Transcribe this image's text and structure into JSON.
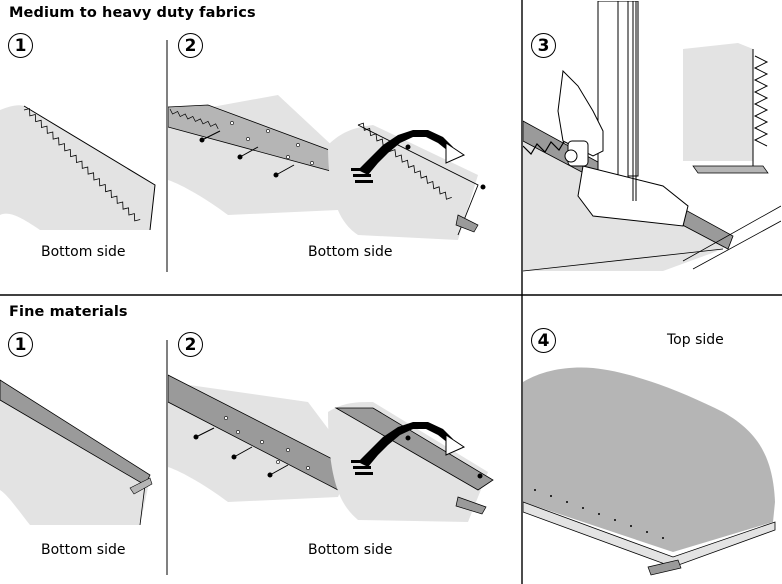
{
  "sections": {
    "heavy": {
      "title": "Medium to heavy duty fabrics"
    },
    "fine": {
      "title": "Fine materials"
    }
  },
  "steps": {
    "one": "1",
    "two": "2",
    "three": "3",
    "four": "4"
  },
  "captions": {
    "bottom_side": "Bottom side",
    "top_side": "Top side"
  },
  "colors": {
    "fabric_light": "#e3e3e3",
    "fabric_mid": "#b5b5b5",
    "fabric_dark": "#9a9a9a",
    "line": "#000000"
  }
}
